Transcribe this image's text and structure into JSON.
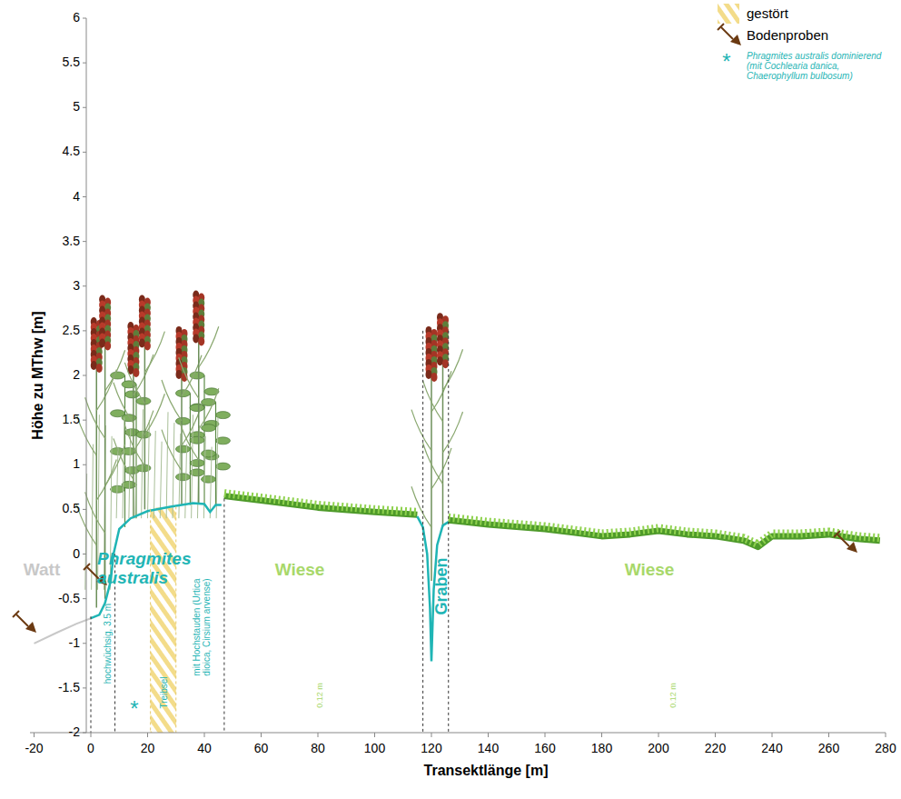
{
  "diagram": {
    "labels": [
      "-2",
      "-1.5",
      "-1",
      "-0.5",
      "0",
      "0.5",
      "1",
      "1.5",
      "2",
      "2.5",
      "3",
      "3.5",
      "4",
      "4.5",
      "5",
      "5.5",
      "6",
      "-20",
      "0",
      "20",
      "40",
      "60",
      "80",
      "100",
      "120",
      "140",
      "160",
      "180",
      "200",
      "220",
      "240",
      "260",
      "280",
      "Höhe zu MThw [m]",
      "Transektlänge [m]",
      "Watt",
      "Phragmites australis",
      "Wiese",
      "Graben",
      "Wiese",
      "hochwüchsig, 3.5 m",
      "*",
      "Treibsel",
      "mit Hochstauden (Urtica dioica, Cirsium arvense)",
      "0.12 m",
      "0.12 m",
      "*"
    ],
    "legend": [
      {
        "text": "gestört"
      },
      {
        "text": "Bodenproben"
      },
      {
        "text": "Phragmites australis dominierend (mit Cochlearia danica, Chaerophyllum bulbosum)"
      }
    ]
  }
}
